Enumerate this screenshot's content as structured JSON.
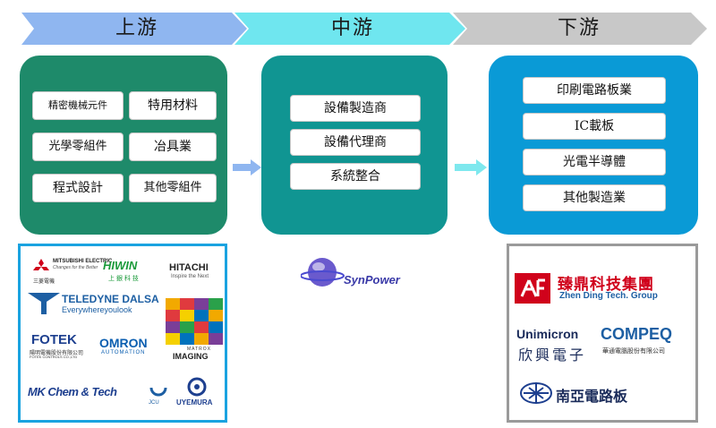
{
  "stages": {
    "upstream": {
      "title": "上游",
      "color": "#8fb6f0",
      "items": [
        "精密機械元件",
        "特用材料",
        "光學零組件",
        "冶具業",
        "程式設計",
        "其他零組件"
      ]
    },
    "midstream": {
      "title": "中游",
      "color": "#6fe6ef",
      "items": [
        "設備製造商",
        "設備代理商",
        "系統整合"
      ]
    },
    "downstream": {
      "title": "下游",
      "color": "#c8c8c8",
      "items": [
        "印刷電路板業",
        "IC載板",
        "光電半導體",
        "其他製造業"
      ]
    }
  },
  "colors": {
    "upstream_panel": "#1e8a6a",
    "midstream_panel": "#109592",
    "downstream_panel": "#0a9ad6",
    "upstream_border": "#1aa3e0",
    "downstream_border": "#9a9a9a",
    "arrow1": "#8fb6f0",
    "arrow2": "#7ee8ee"
  },
  "upstream_logos": {
    "mitsubishi_name": "MITSUBISHI ELECTRIC",
    "mitsubishi_tag": "Changes for the Better",
    "mitsubishi_cn": "三菱電機",
    "hiwin": "HIWIN",
    "hiwin_cn": "上 銀 科 技",
    "hitachi": "HITACHI",
    "hitachi_tag": "Inspire the Next",
    "teledyne": "TELEDYNE DALSA",
    "teledyne_tag": "Everywhereyoulook",
    "fotek": "FOTEK",
    "fotek_cn": "陽明電機股份有限公司",
    "fotek_en": "FOTEK CONTROLS CO.,LTD",
    "omron": "OMRON",
    "omron_tag": "AUTOMATION",
    "matrox": "MATROX",
    "matrox_tag": "IMAGING",
    "mkchem": "MK Chem & Tech",
    "jcu": "JCU",
    "uyemura": "UYEMURA"
  },
  "midstream_logo": {
    "synpower": "SynPower"
  },
  "downstream_logos": {
    "zhending_cn": "臻鼎科技集團",
    "zhending_en": "Zhen Ding Tech. Group",
    "unimicron_en": "Unimicron",
    "unimicron_cn": "欣興電子",
    "compeq_en": "COMPEQ",
    "compeq_cn": "華通電腦股份有限公司",
    "nanya_cn": "南亞電路板"
  }
}
